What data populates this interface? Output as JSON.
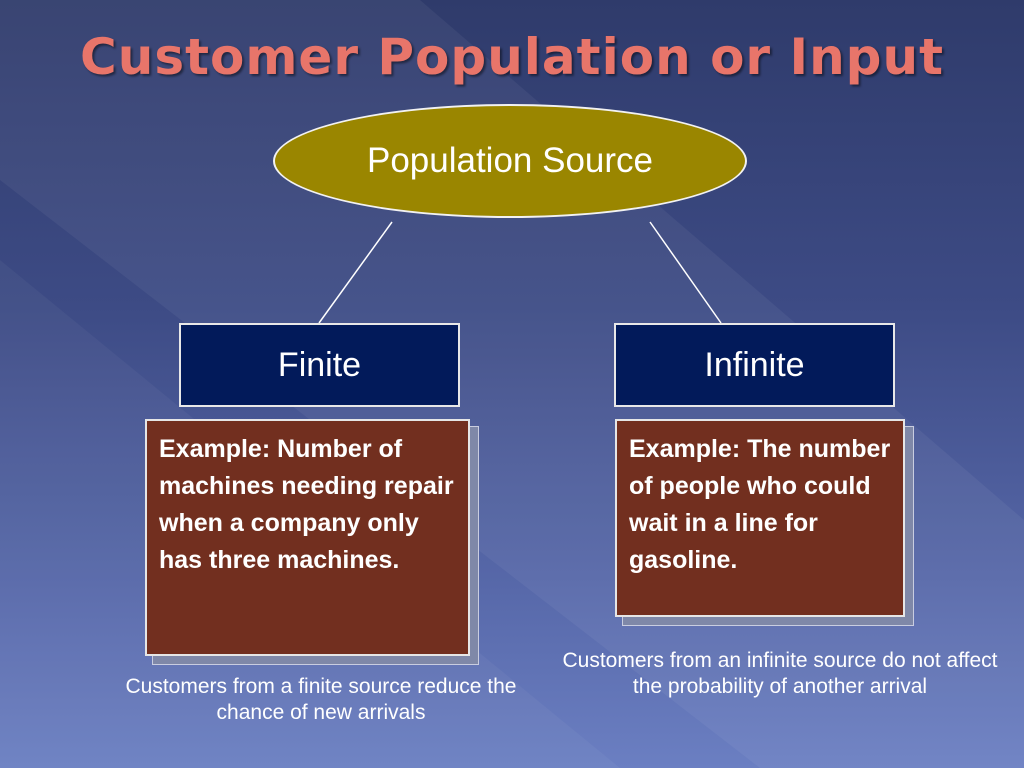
{
  "slide": {
    "title": "Customer Population or Input"
  },
  "diagram": {
    "root": {
      "label": "Population Source",
      "fill": "#9a8600"
    },
    "children": [
      {
        "label": "Finite",
        "example": "Example: Number of machines needing repair when a company only has three machines.",
        "note": "Customers from a finite source reduce the chance of new arrivals"
      },
      {
        "label": "Infinite",
        "example": "Example: The number of people who could wait in a line for gasoline.",
        "note": "Customers from an infinite source do not affect the probability of another arrival"
      }
    ]
  },
  "colors": {
    "title": "#e8756a",
    "node_fill": "#021a5a",
    "example_fill": "#722f1f"
  }
}
